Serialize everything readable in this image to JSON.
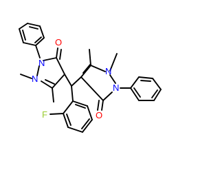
{
  "structure": {
    "atoms": {
      "o_top": "O",
      "o_right": "O",
      "n_top_1": "N",
      "n_top_2": "N",
      "n_right_1": "N",
      "n_right_2": "N",
      "fluorine": "F"
    },
    "colors": {
      "bond": "#000000",
      "oxygen": "#ff0000",
      "nitrogen": "#0000ff",
      "fluorine": "#9acd32"
    }
  }
}
